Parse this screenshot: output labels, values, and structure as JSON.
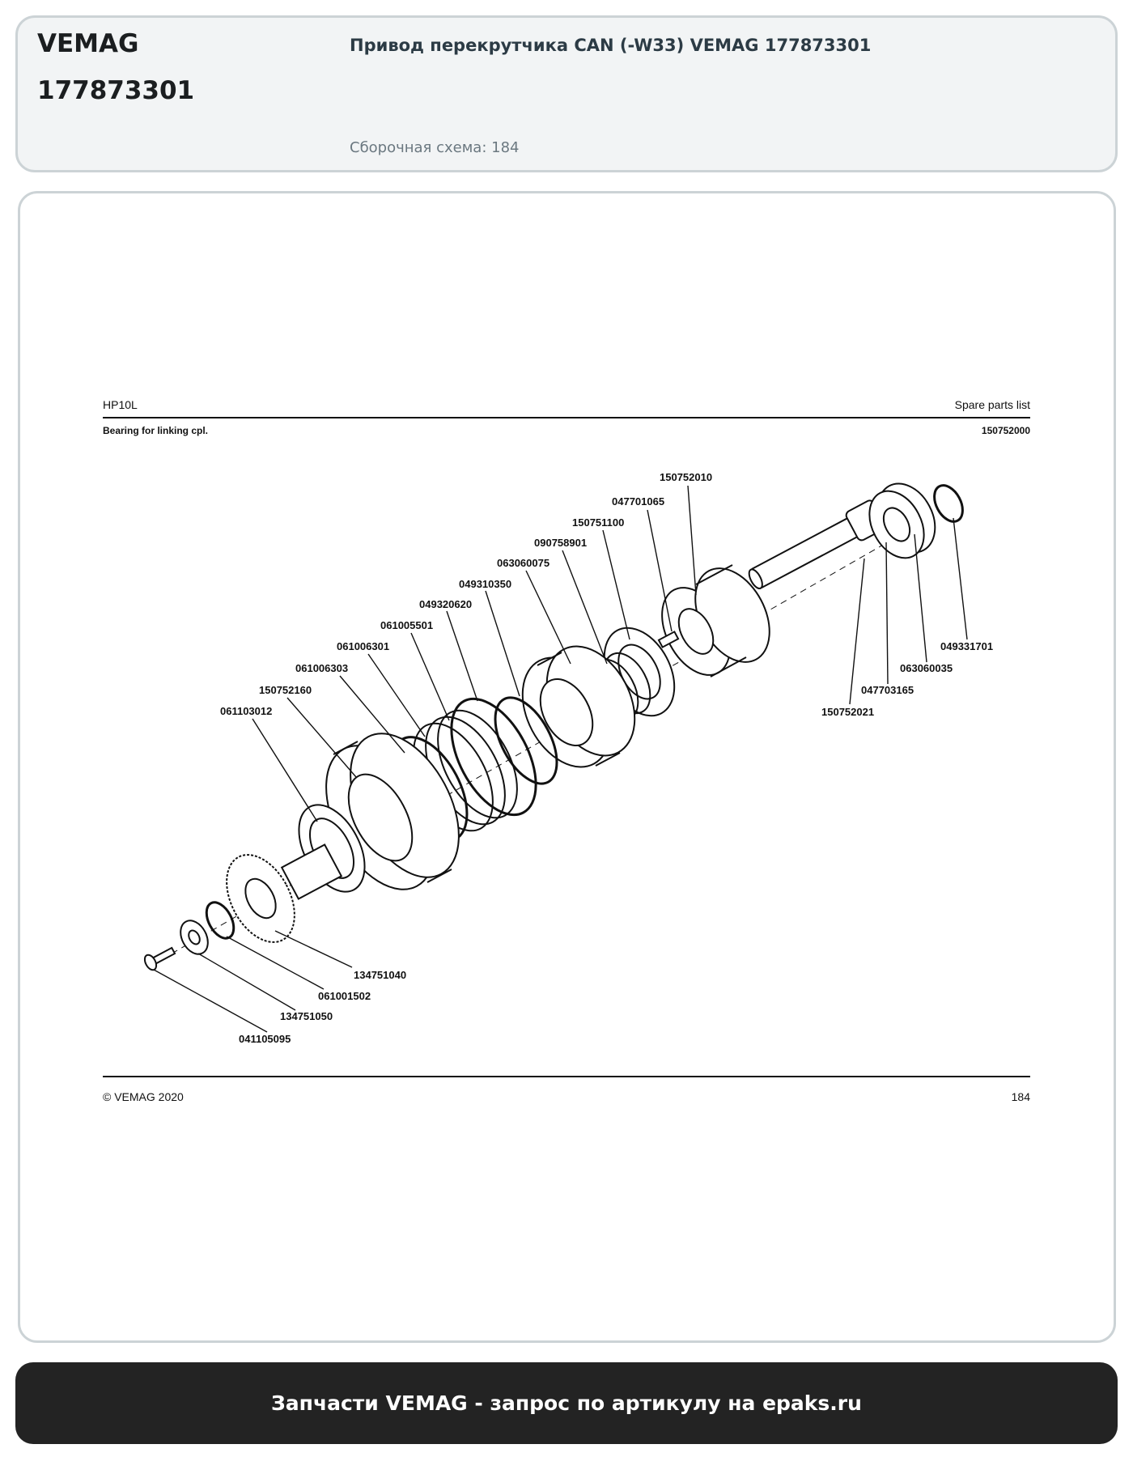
{
  "header": {
    "brand": "VEMAG",
    "code": "177873301",
    "title": "Привод перекрутчика CAN (-W33) VEMAG 177873301",
    "scheme_label": "Сборочная схема:",
    "scheme_number": "184"
  },
  "sheet": {
    "model": "HP10L",
    "list_title": "Spare parts list",
    "assembly_name": "Bearing for linking cpl.",
    "assembly_number": "150752000",
    "copyright": "© VEMAG 2020",
    "page": "184",
    "labels": {
      "p150752010": "150752010",
      "p047701065": "047701065",
      "p150751100": "150751100",
      "p090758901": "090758901",
      "p063060075": "063060075",
      "p049310350": "049310350",
      "p049320620": "049320620",
      "p061005501": "061005501",
      "p061006301": "061006301",
      "p061006303": "061006303",
      "p150752160": "150752160",
      "p061103012": "061103012",
      "p049331701": "049331701",
      "p063060035": "063060035",
      "p047703165": "047703165",
      "p150752021": "150752021",
      "p134751040": "134751040",
      "p061001502": "061001502",
      "p134751050": "134751050",
      "p041105095": "041105095"
    }
  },
  "footer": {
    "text": "Запчасти VEMAG - запрос по артикулу на epaks.ru"
  }
}
